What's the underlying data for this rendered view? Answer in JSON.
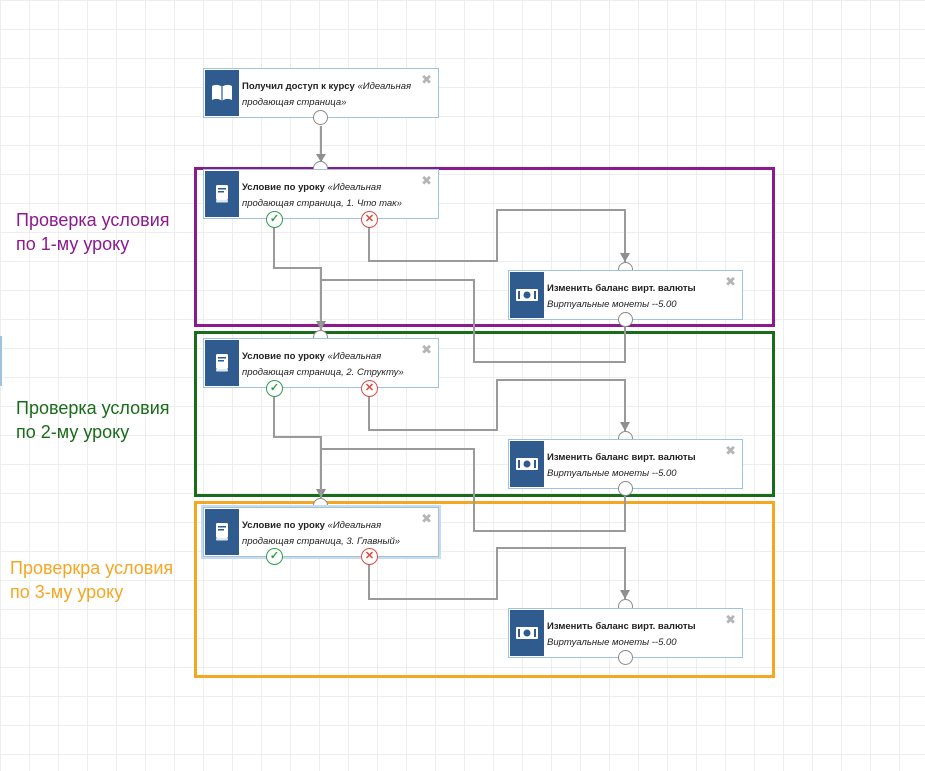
{
  "colors": {
    "group1": "#8b1a8f",
    "group2": "#1a6b1a",
    "group3": "#f5a623",
    "node_icon_bg": "#2f5b8f",
    "node_border": "#9fc3dc",
    "yes": "#2e9e4e",
    "no": "#e04b3f",
    "wire": "#9a9a9a"
  },
  "groups": [
    {
      "label": "Проверка условия по 1-му уроку"
    },
    {
      "label": "Проверка условия по 2-му уроку"
    },
    {
      "label": "Проверкра условия по 3-му уроку"
    }
  ],
  "trigger": {
    "icon": "book-icon",
    "title": "Получил доступ к курсу",
    "subject": "«Идеальная продающая страница»"
  },
  "conditions": [
    {
      "icon": "lesson-icon",
      "title": "Условие по уроку",
      "subject": "«Идеальная продающая страница, 1. Что так»"
    },
    {
      "icon": "lesson-icon",
      "title": "Условие по уроку",
      "subject": "«Идеальная продающая страница, 2. Структу»"
    },
    {
      "icon": "lesson-icon",
      "title": "Условие по уроку",
      "subject": "«Идеальная продающая страница, 3. Главный»"
    }
  ],
  "actions": [
    {
      "icon": "money-icon",
      "title": "Изменить баланс вирт. валюты",
      "sub": "Виртуальные монеты --5.00"
    },
    {
      "icon": "money-icon",
      "title": "Изменить баланс вирт. валюты",
      "sub": "Виртуальные монеты --5.00"
    },
    {
      "icon": "money-icon",
      "title": "Изменить баланс вирт. валюты",
      "sub": "Виртуальные монеты --5.00"
    }
  ],
  "close_glyph": "✖",
  "yes_glyph": "✓",
  "no_glyph": "✕"
}
